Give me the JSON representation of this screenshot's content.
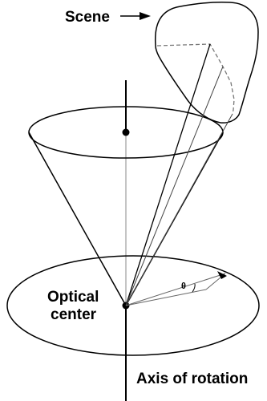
{
  "labels": {
    "scene": "Scene",
    "optical_center_line1": "Optical",
    "optical_center_line2": "center",
    "axis_of_rotation": "Axis of rotation",
    "angle": "θ"
  },
  "colors": {
    "stroke": "#000000",
    "ray": "#555555",
    "hidden_edge": "#777777",
    "background": "#ffffff"
  }
}
